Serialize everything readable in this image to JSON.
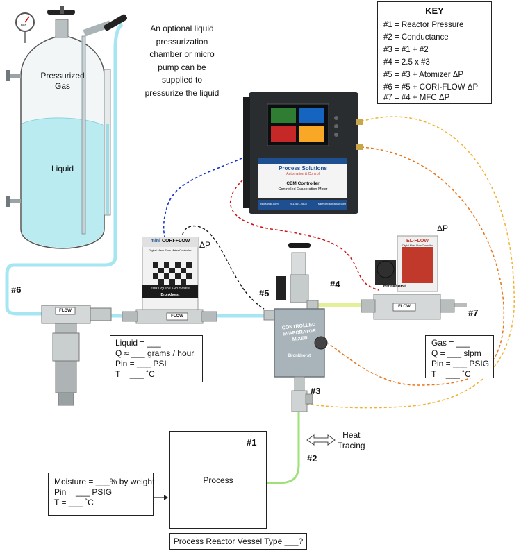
{
  "note": {
    "lines": [
      "An optional liquid",
      "pressurization",
      "chamber or micro",
      "pump can be",
      "supplied to",
      "pressurize the liquid"
    ]
  },
  "key": {
    "title": "KEY",
    "items": [
      "#1 = Reactor Pressure",
      "#2 = Conductance",
      "#3 = #1 + #2",
      "#4 = 2.5 x #3",
      "#5 = #3 + Atomizer ΔP",
      "#6 = #5 + CORI-FLOW ΔP",
      "#7 = #4 + MFC ΔP"
    ]
  },
  "tank": {
    "gas_label": [
      "Pressurized",
      "Gas"
    ],
    "liquid_label": "Liquid",
    "gauge_label": "bar"
  },
  "controller": {
    "brand_top": "Process Solutions",
    "brand_sub": "Automation & Control",
    "title": "CEM Controller",
    "subtitle": "Controlled Evaporation Mixer",
    "footer_left": "pscleanair.com",
    "footer_mid": "281-491-2803",
    "footer_right": "sales@pscleanair.com"
  },
  "cori_flow": {
    "brand_prefix": "mini",
    "brand": "CORI-FLOW",
    "subtitle": "Digital Mass Flow Meter/Controller",
    "liquid_note": "FOR LIQUIDS AND GASES",
    "maker": "Bronkhorst"
  },
  "el_flow": {
    "brand": "EL-FLOW",
    "subtitle": "Digital Mass Flow Controller",
    "maker": "Bronkhorst"
  },
  "cem": {
    "line1": "CONTROLLED",
    "line2": "EVAPORATOR",
    "line3": "MIXER",
    "maker": "Bronkhorst"
  },
  "flow_tag": "FLOW",
  "labels": {
    "n1": "#1",
    "n2": "#2",
    "n3": "#3",
    "n4": "#4",
    "n5": "#5",
    "n6": "#6",
    "n7": "#7",
    "dp_cori": "ΔP",
    "dp_el": "ΔP"
  },
  "heat_tracing": [
    "Heat",
    "Tracing"
  ],
  "liquid_box": [
    "Liquid = ___",
    "Q ≈ ___ grams / hour",
    "Pin = ___ PSI",
    "T = ___ ˚C"
  ],
  "gas_box": [
    "Gas = ___",
    "Q = ___ slpm",
    "Pin = ___ PSIG",
    "T = ___ ˚C"
  ],
  "moisture_box": [
    "Moisture = ___% by weight",
    "Pin = ___ PSIG",
    "T = ___ ˚C"
  ],
  "process": {
    "label": "Process",
    "number": "#1"
  },
  "vessel_box": "Process Reactor Vessel Type ___?"
}
